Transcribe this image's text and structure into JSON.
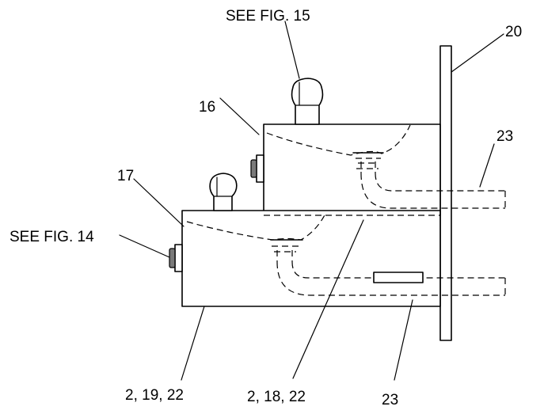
{
  "labels": {
    "see_fig_15": "SEE FIG. 15",
    "see_fig_14": "SEE FIG. 14",
    "item_20": "20",
    "item_16": "16",
    "item_17": "17",
    "item_23_upper": "23",
    "item_23_lower": "23",
    "items_2_19_22": "2, 19, 22",
    "items_2_18_22": "2, 18, 22"
  }
}
